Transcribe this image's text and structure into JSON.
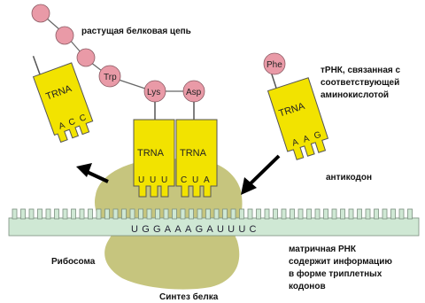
{
  "labels": {
    "growing_chain": "растущая белковая цепь",
    "trna_bound_line1": "тРНК, связанная с",
    "trna_bound_line2": "соответствующей",
    "trna_bound_line3": "аминокислотой",
    "anticodon": "антикодон",
    "mrna_line1": "матричная РНК",
    "mrna_line2": "содержит информацию",
    "mrna_line3": "в форме триплетных",
    "mrna_line4": "кодонов",
    "ribosome": "Рибосома",
    "synthesis": "Синтез белка"
  },
  "amino_acids": {
    "trp": "Trp",
    "lys": "Lys",
    "asp": "Asp",
    "phe": "Phe"
  },
  "trna": {
    "name": "TRNA",
    "left_anticodon": [
      "A",
      "C",
      "C"
    ],
    "mid1_anticodon": [
      "U",
      "U",
      "U"
    ],
    "mid2_anticodon": [
      "C",
      "U",
      "A"
    ],
    "right_anticodon": [
      "A",
      "A",
      "G"
    ]
  },
  "mrna_sequence": "UGGAAAGAUUUC",
  "colors": {
    "trna_fill": "#f2e300",
    "amino_fill": "#e99aa7",
    "ribosome_fill": "#c6c57e",
    "mrna_fill": "#cfe8d4",
    "arrow": "#000000"
  }
}
